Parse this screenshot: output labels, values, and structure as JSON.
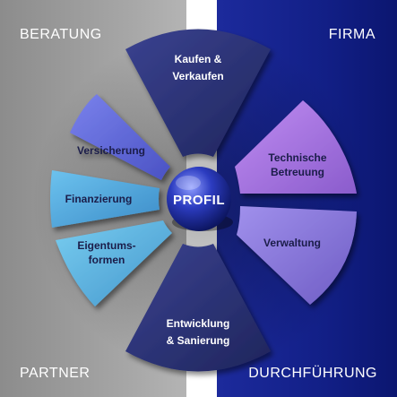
{
  "corners": {
    "top_left": "BERATUNG",
    "top_right": "FIRMA",
    "bottom_left": "PARTNER",
    "bottom_right": "DURCHFÜHRUNG"
  },
  "center": {
    "label": "PROFIL"
  },
  "segments": {
    "top": {
      "line1": "Kaufen &",
      "line2": "Verkaufen"
    },
    "bottom": {
      "line1": "Entwicklung",
      "line2": "& Sanierung"
    },
    "left_upper": {
      "line1": "Versicherung"
    },
    "left_middle": {
      "line1": "Finanzierung"
    },
    "left_lower": {
      "line1": "Eigentums-",
      "line2": "formen"
    },
    "right_upper": {
      "line1": "Technische",
      "line2": "Betreuung"
    },
    "right_lower": {
      "line1": "Verwaltung"
    }
  },
  "colors": {
    "left_panel": "#a0a0a0",
    "right_panel": "#141f8a",
    "dark_segment": "#2a3070",
    "blue_segment": "#5b63d6",
    "cyan_segment": "#4fa6dc",
    "purple_segment": "#9b7ad9",
    "center_sphere": "#2230a0"
  }
}
